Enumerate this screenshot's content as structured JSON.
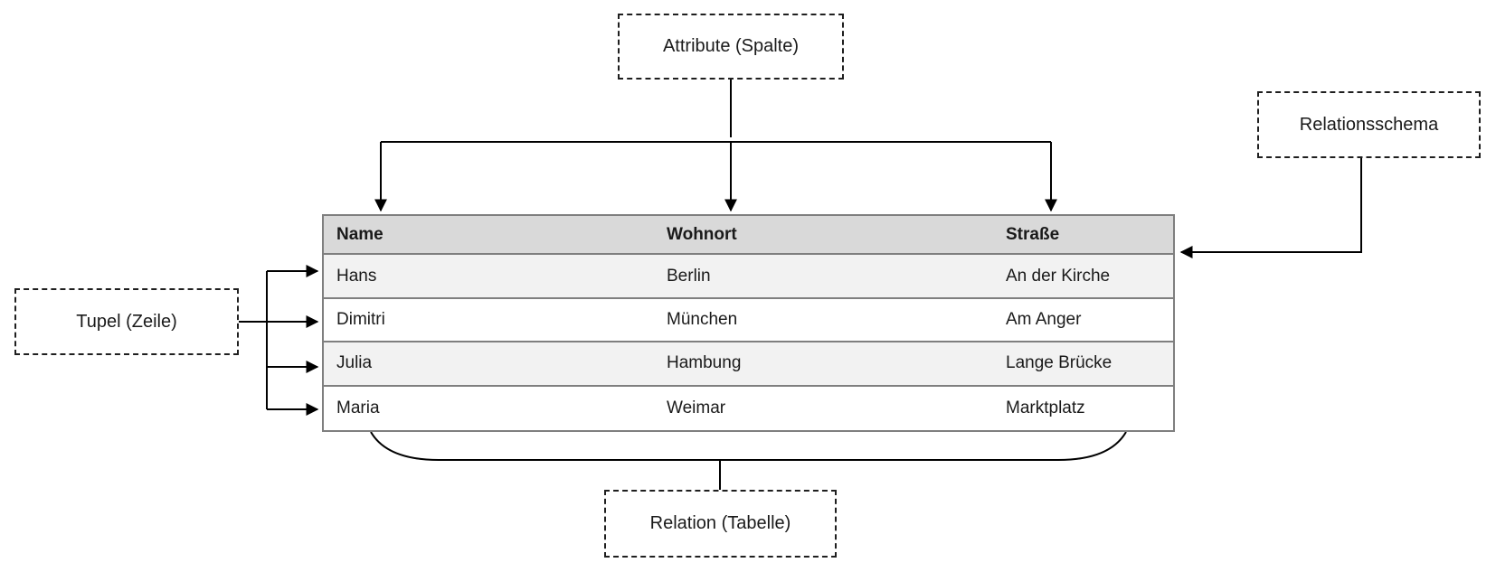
{
  "diagram": {
    "labels": {
      "attribute": "Attribute (Spalte)",
      "relationsschema": "Relationsschema",
      "tupel": "Tupel (Zeile)",
      "relation": "Relation (Tabelle)"
    },
    "table": {
      "columns": [
        "Name",
        "Wohnort",
        "Straße"
      ],
      "rows": [
        [
          "Hans",
          "Berlin",
          "An der Kirche"
        ],
        [
          "Dimitri",
          "München",
          "Am Anger"
        ],
        [
          "Julia",
          "Hambung",
          "Lange Brücke"
        ],
        [
          "Maria",
          "Weimar",
          "Marktplatz"
        ]
      ]
    },
    "colors": {
      "header_bg": "#d9d9d9",
      "row_alt_bg": "#f2f2f2",
      "row_bg": "#ffffff",
      "table_border": "#7f7f7f",
      "connector": "#000000",
      "label_border": "#1f1f1f"
    }
  }
}
